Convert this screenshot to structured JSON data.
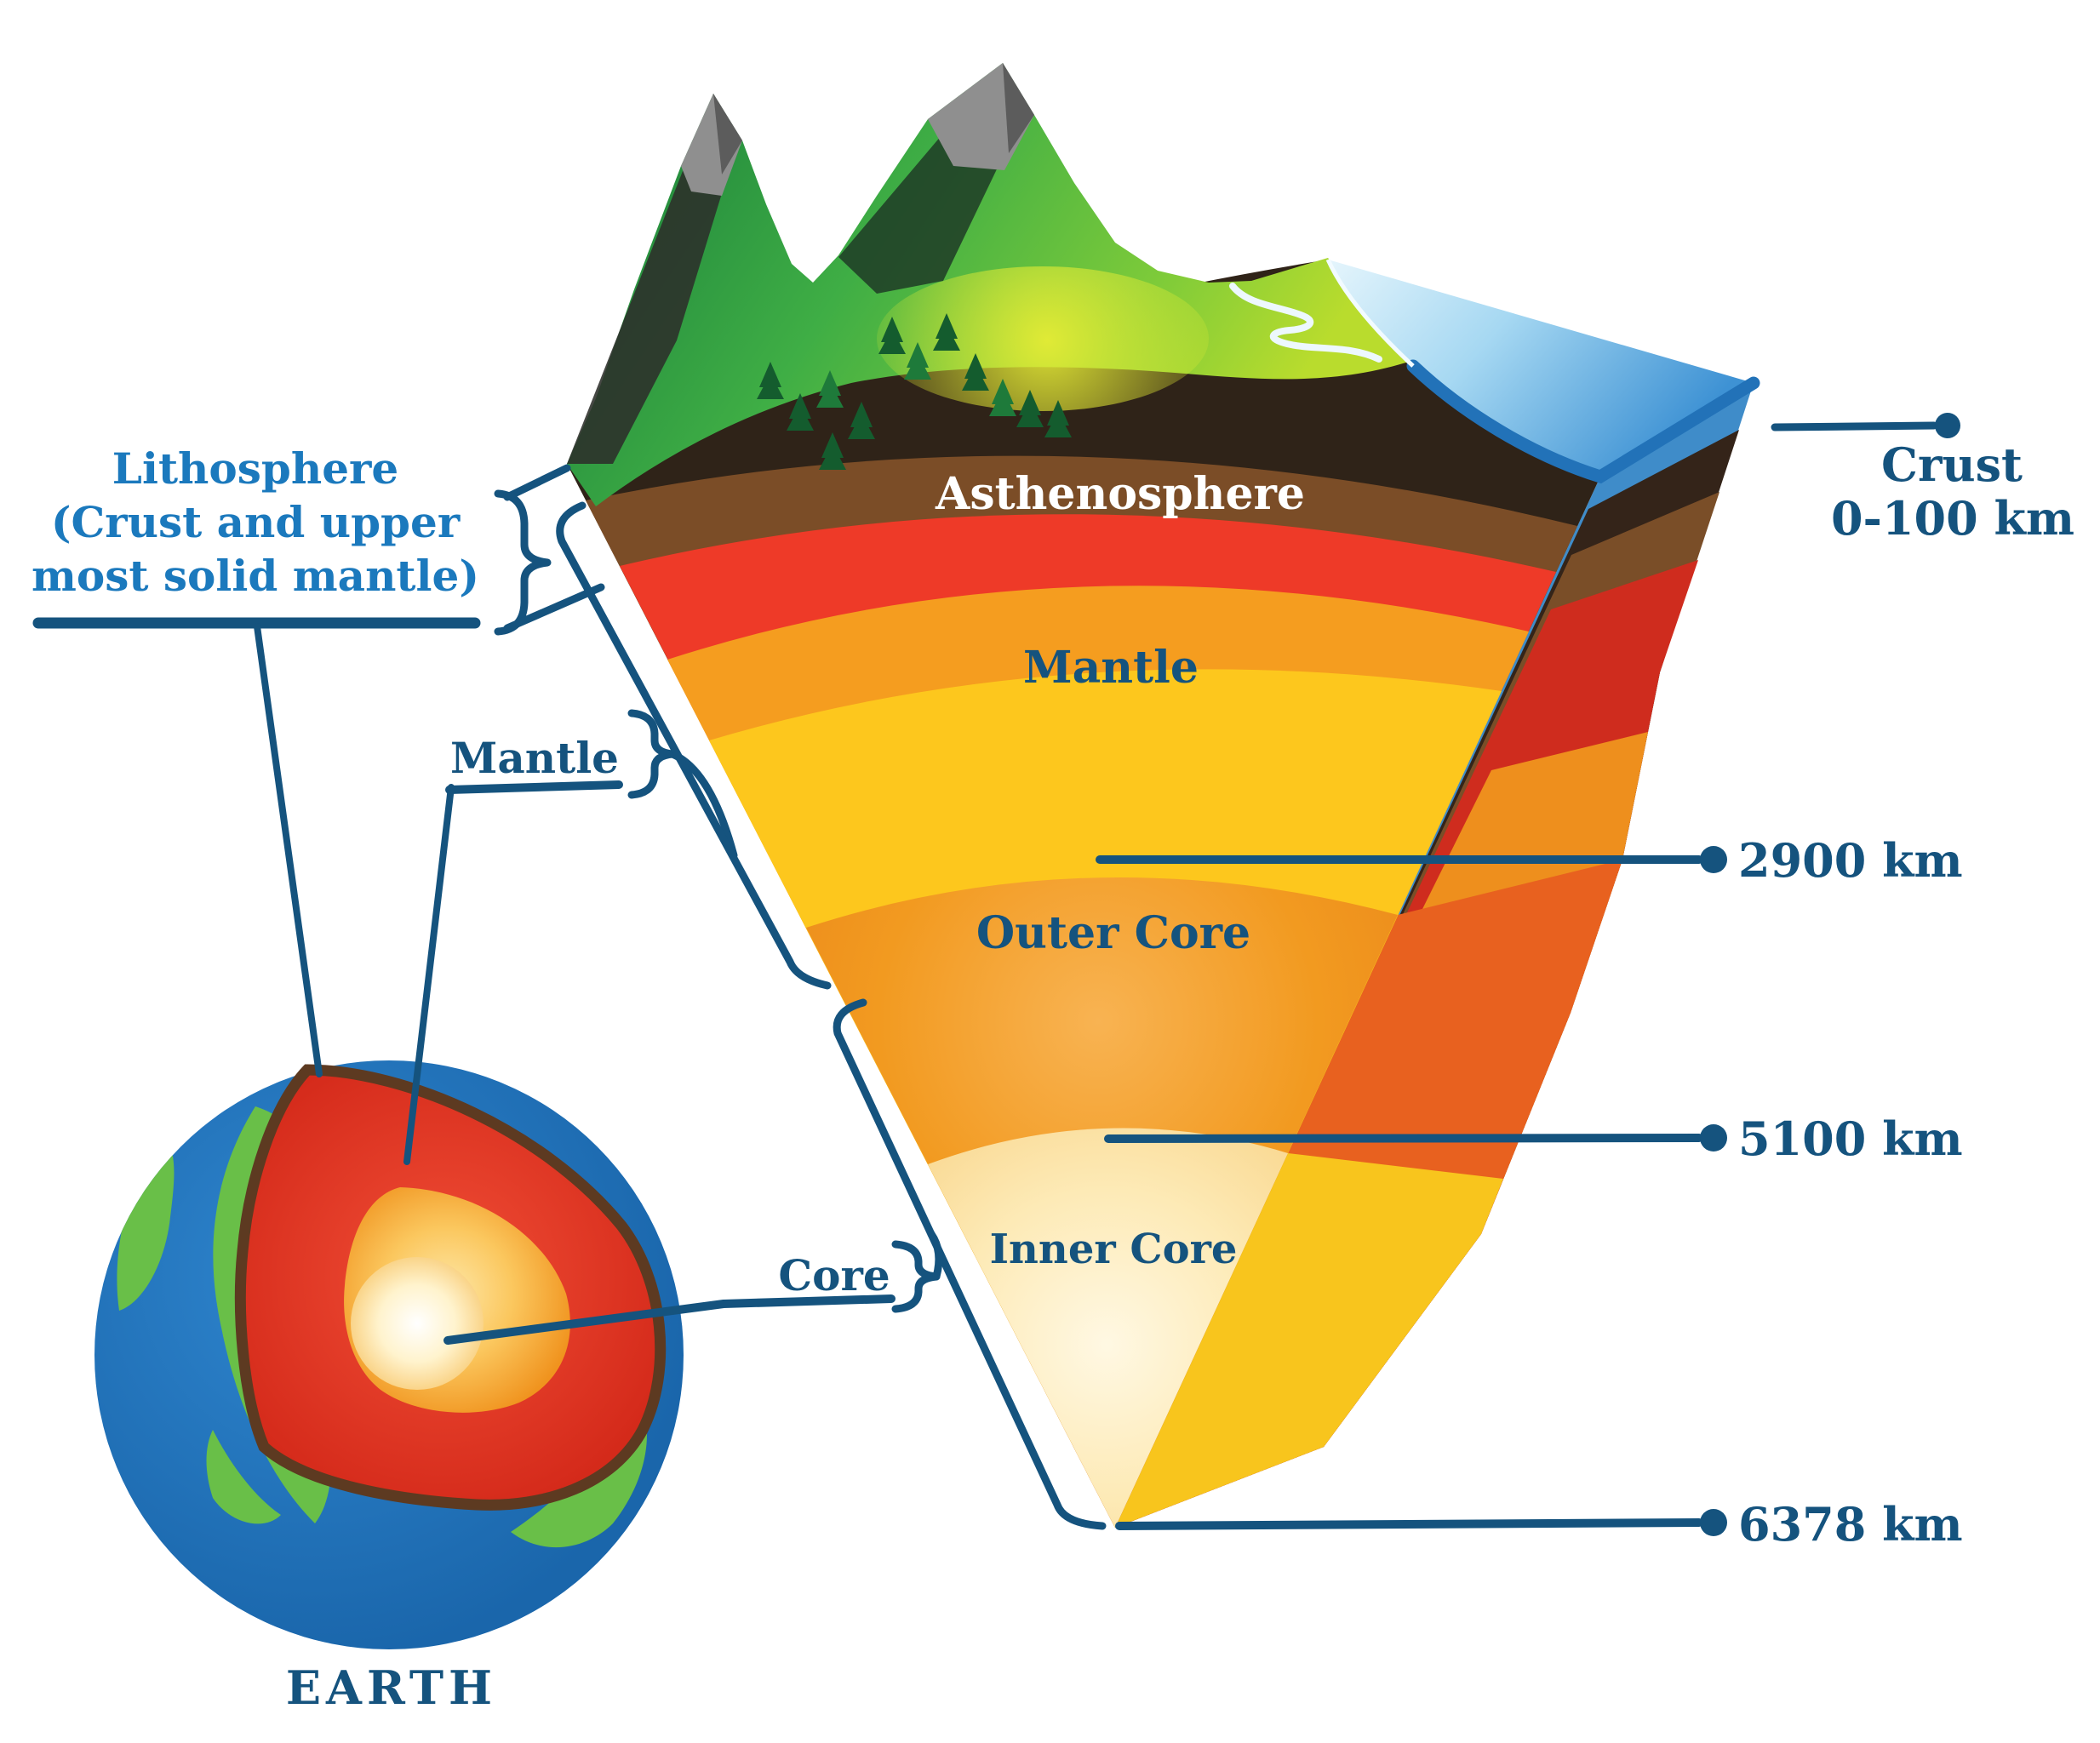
{
  "colors": {
    "label_blue": "#1b79bd",
    "navy": "#15537e",
    "asthenosphere_red": "#ee3a28",
    "mantle_yellow": "#fdc71d",
    "crust_orange": "#f59d1f",
    "outer_core_orange": "#f0931d",
    "inner_core_pale": "#fbdc9b",
    "soil_dark": "#2f2318",
    "soil_brown": "#7b4d27",
    "water_blue": "#58a7dd",
    "ocean_blue": "#1f72ba",
    "land_green": "#69bf48"
  },
  "left_labels": {
    "lithosphere": {
      "line1": "Lithosphere",
      "line2": "(Crust and upper",
      "line3": "most solid mantle)"
    },
    "mantle": "Mantle",
    "core": "Core"
  },
  "wedge_labels": {
    "asthenosphere": "Asthenosphere",
    "mantle": "Mantle",
    "outer_core": "Outer Core",
    "inner_core": "Inner Core"
  },
  "right_labels": {
    "crust_line1": "Crust",
    "crust_line2": "0-100 km",
    "depth_2900": "2900 km",
    "depth_5100": "5100 km",
    "depth_6378": "6378 km"
  },
  "globe": {
    "caption": "EARTH"
  }
}
